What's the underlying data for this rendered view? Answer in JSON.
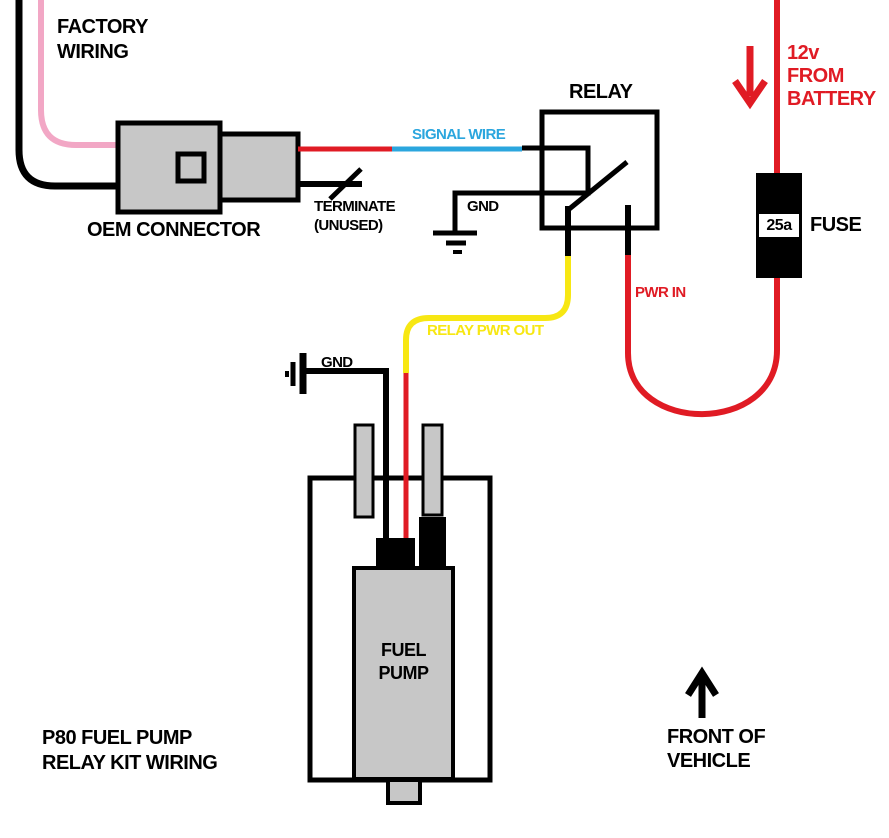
{
  "diagram_title": "P80 FUEL PUMP RELAY KIT WIRING",
  "colors": {
    "black": "#000000",
    "red": "#E01B24",
    "pink": "#F2A7C5",
    "yellow": "#F7E713",
    "blue": "#2BA6DE",
    "gray": "#C7C7C7",
    "white": "#FFFFFF"
  },
  "labels": {
    "factory_wiring": {
      "line1": "FACTORY",
      "line2": "WIRING"
    },
    "oem_connector": "OEM CONNECTOR",
    "terminate": {
      "line1": "TERMINATE",
      "line2": "(UNUSED)"
    },
    "signal_wire": "SIGNAL WIRE",
    "relay": "RELAY",
    "relay_gnd": "GND",
    "pwr_in": "PWR IN",
    "battery": {
      "line1": "12v",
      "line2": "FROM",
      "line3": "BATTERY"
    },
    "fuse_rating": "25a",
    "fuse": "FUSE",
    "relay_pwr_out": "RELAY PWR OUT",
    "pump_gnd": "GND",
    "fuel_pump": {
      "line1": "FUEL",
      "line2": "PUMP"
    },
    "kit_title": {
      "line1": "P80 FUEL PUMP",
      "line2": "RELAY KIT WIRING"
    },
    "front_of_vehicle": {
      "line1": "FRONT OF",
      "line2": "VEHICLE"
    }
  }
}
